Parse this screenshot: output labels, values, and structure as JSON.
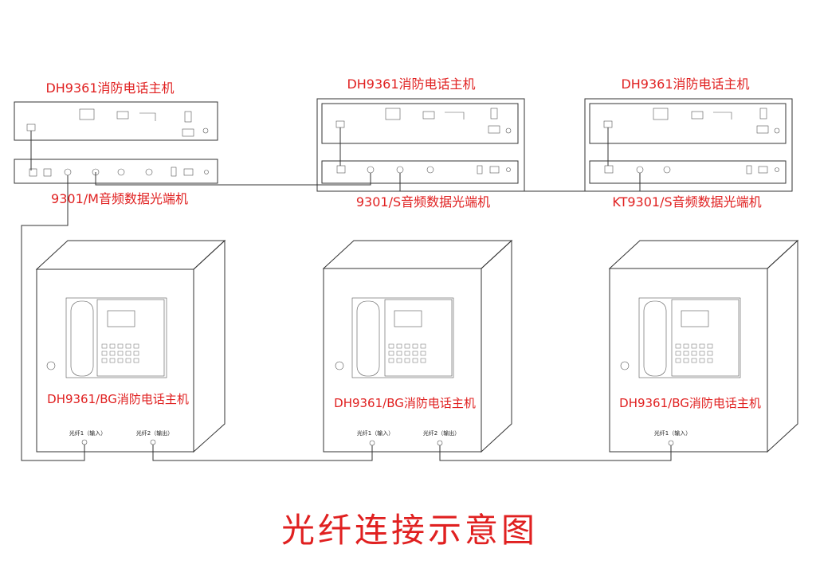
{
  "colors": {
    "accent": "#e02020",
    "line": "#333333"
  },
  "top_units": [
    {
      "host_label": "DH9361消防电话主机",
      "terminal_label": "9301/M音频数据光端机"
    },
    {
      "host_label": "DH9361消防电话主机",
      "terminal_label": "9301/S音频数据光端机"
    },
    {
      "host_label": "DH9361消防电话主机",
      "terminal_label": "KT9301/S音频数据光端机"
    }
  ],
  "cabinets": [
    {
      "label": "DH9361/BG消防电话主机",
      "fiber_ports": [
        "光纤1（输入）",
        "光纤2（输出）"
      ]
    },
    {
      "label": "DH9361/BG消防电话主机",
      "fiber_ports": [
        "光纤1（输入）",
        "光纤2（输出）"
      ]
    },
    {
      "label": "DH9361/BG消防电话主机",
      "fiber_ports": [
        "光纤1（输入）"
      ]
    }
  ],
  "title": "光纤连接示意图"
}
